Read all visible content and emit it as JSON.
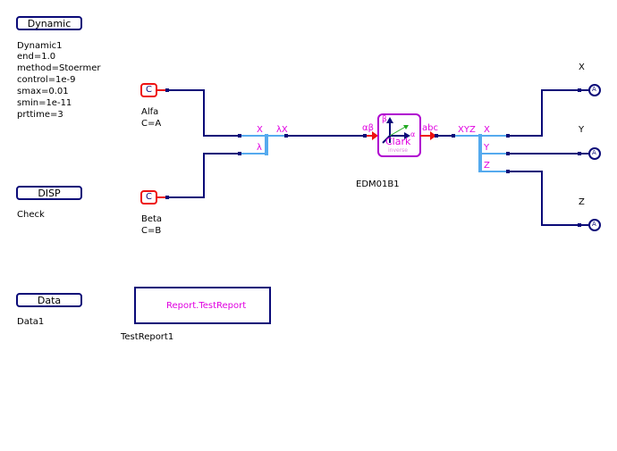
{
  "blocks": {
    "dynamic": {
      "label": "Dynamic",
      "name": "Dynamic1",
      "params": [
        "end=1.0",
        "method=Stoermer",
        "control=1e-9",
        "smax=0.01",
        "smin=1e-11",
        "prttime=3"
      ]
    },
    "disp": {
      "label": "DISP",
      "name": "Check"
    },
    "data": {
      "label": "Data",
      "name": "Data1"
    }
  },
  "constants": [
    {
      "glyph": "C",
      "name": "Alfa",
      "value": "C=A"
    },
    {
      "glyph": "C",
      "name": "Beta",
      "value": "C=B"
    }
  ],
  "mux": {
    "in_labels": [
      "X",
      "λ"
    ],
    "out_label": "λX"
  },
  "clark": {
    "title": "Clark",
    "subtitle": "inverse",
    "in_port": "αβ",
    "out_port": "abc",
    "axis_beta": "β",
    "axis_alpha": "α",
    "name": "EDM01B1"
  },
  "demux": {
    "in_label": "XYZ",
    "out_labels": [
      "X",
      "Y",
      "Z"
    ]
  },
  "outputs": [
    {
      "name": "X",
      "glyph": "A"
    },
    {
      "name": "Y",
      "glyph": "A"
    },
    {
      "name": "Z",
      "glyph": "A"
    }
  ],
  "report": {
    "text": "Report.TestReport",
    "name": "TestReport1"
  },
  "colors": {
    "wire": "#0a0a78",
    "bus": "#55aaee",
    "port_label": "#e000e0",
    "constant_border": "#ee1111",
    "clark_border": "#b000d0",
    "arrow": "#ee1111"
  }
}
